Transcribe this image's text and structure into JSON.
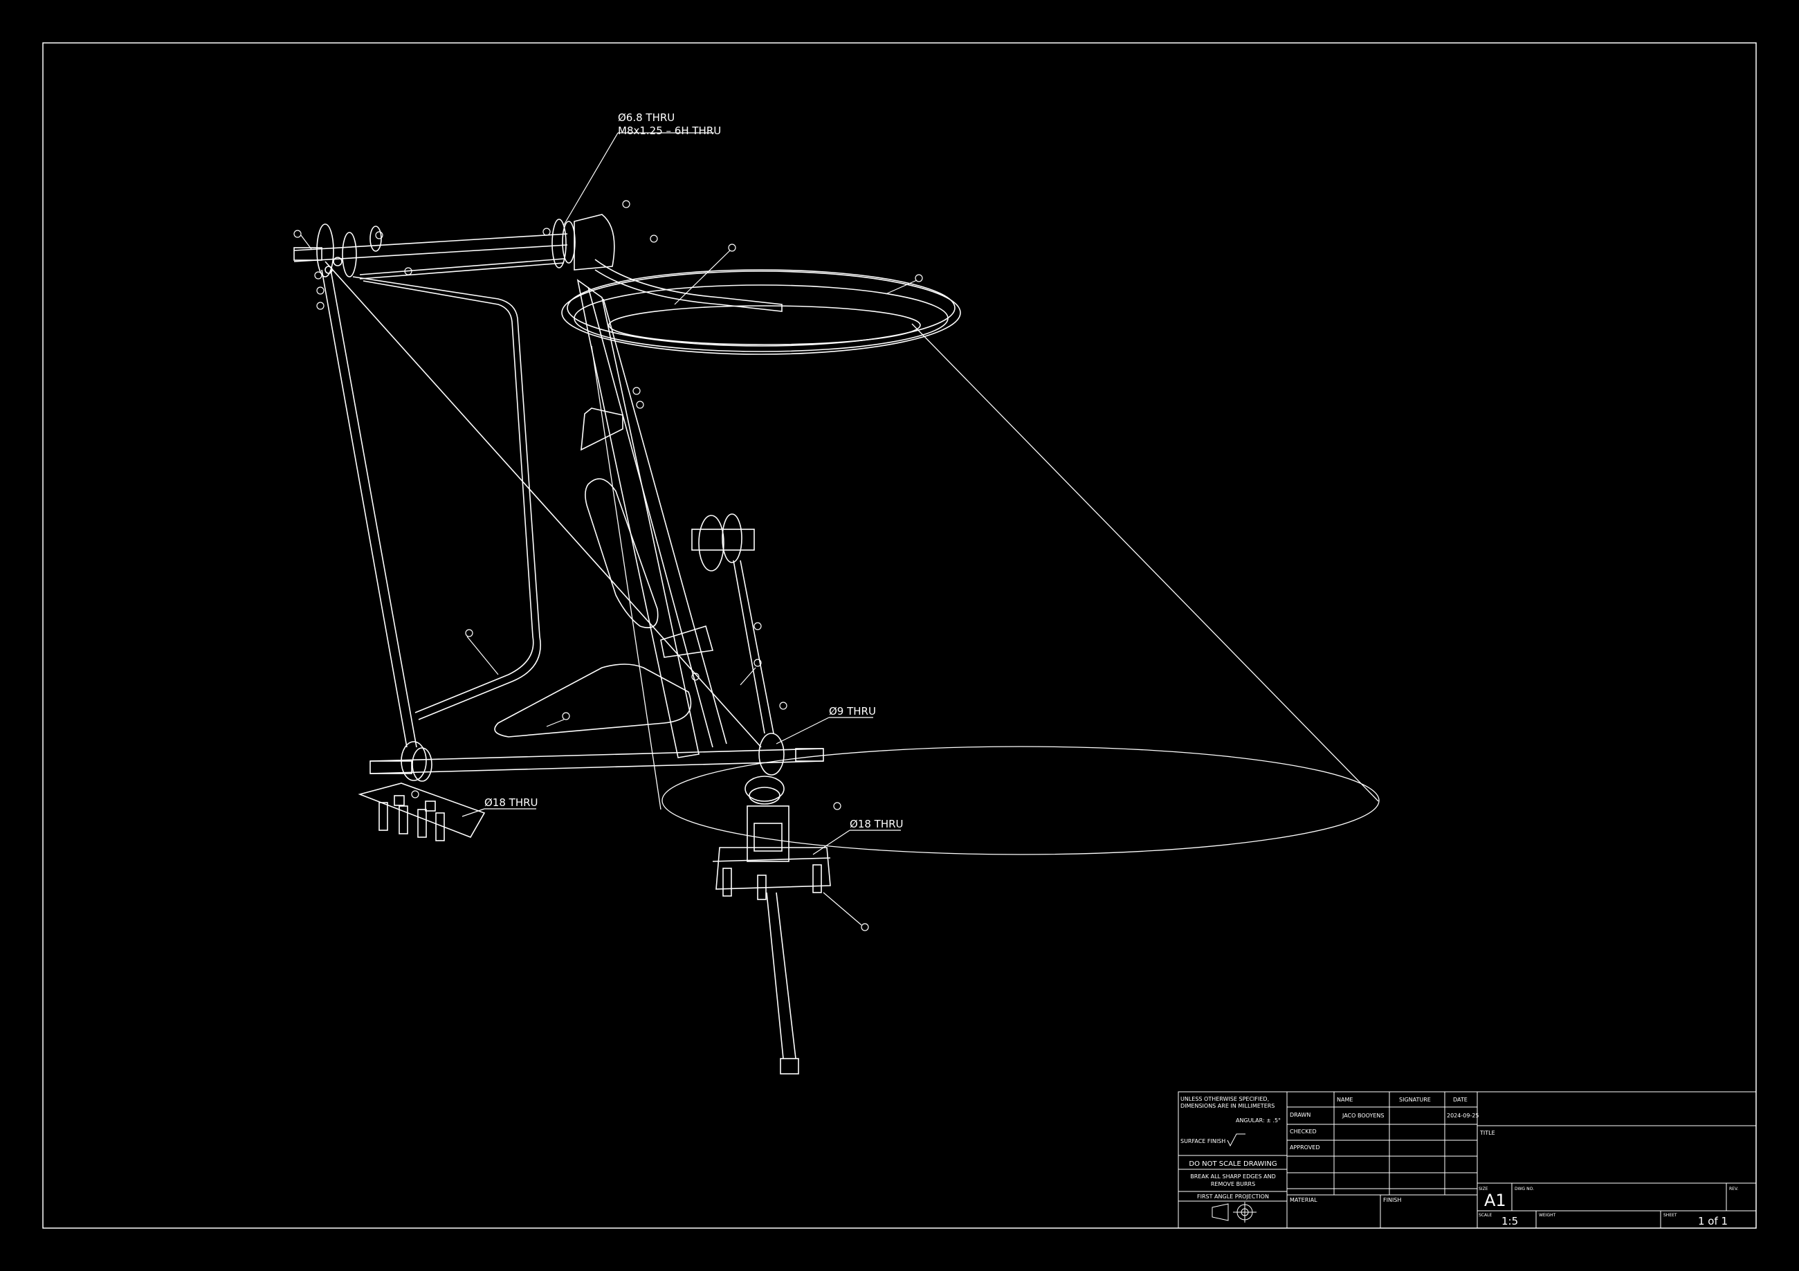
{
  "callouts": {
    "top_hole_line1": "Ø6.8 THRU",
    "top_hole_line2": "M8x1.25 – 6H THRU",
    "right_hole": "Ø9 THRU",
    "left_foot_hole": "Ø18 THRU",
    "right_foot_hole": "Ø18 THRU"
  },
  "title_block": {
    "notes_line1": "UNLESS OTHERWISE SPECIFIED,",
    "notes_line2": "DIMENSIONS ARE IN MILLIMETERS",
    "angular": "ANGULAR: ± .5°",
    "surface_finish": "SURFACE FINISH",
    "do_not_scale": "DO NOT SCALE DRAWING",
    "break_edges_1": "BREAK ALL SHARP EDGES AND",
    "break_edges_2": "REMOVE BURRS",
    "projection": "FIRST ANGLE PROJECTION",
    "col_name": "NAME",
    "col_signature": "SIGNATURE",
    "col_date": "DATE",
    "row_drawn": "DRAWN",
    "row_checked": "CHECKED",
    "row_approved": "APPROVED",
    "drawn_name": "JACO BOOYENS",
    "drawn_date": "2024-09-25",
    "material": "MATERIAL",
    "finish": "FINISH",
    "title": "TITLE",
    "size_label": "SIZE",
    "size_value": "A1",
    "dwg_no": "DWG NO.",
    "rev": "REV.",
    "scale_label": "SCALE",
    "scale_value": "1:5",
    "weight": "WEIGHT",
    "sheet_label": "SHEET",
    "sheet_value": "1 of 1"
  },
  "colors": {
    "background": "#000000",
    "lines": "#ffffff"
  }
}
